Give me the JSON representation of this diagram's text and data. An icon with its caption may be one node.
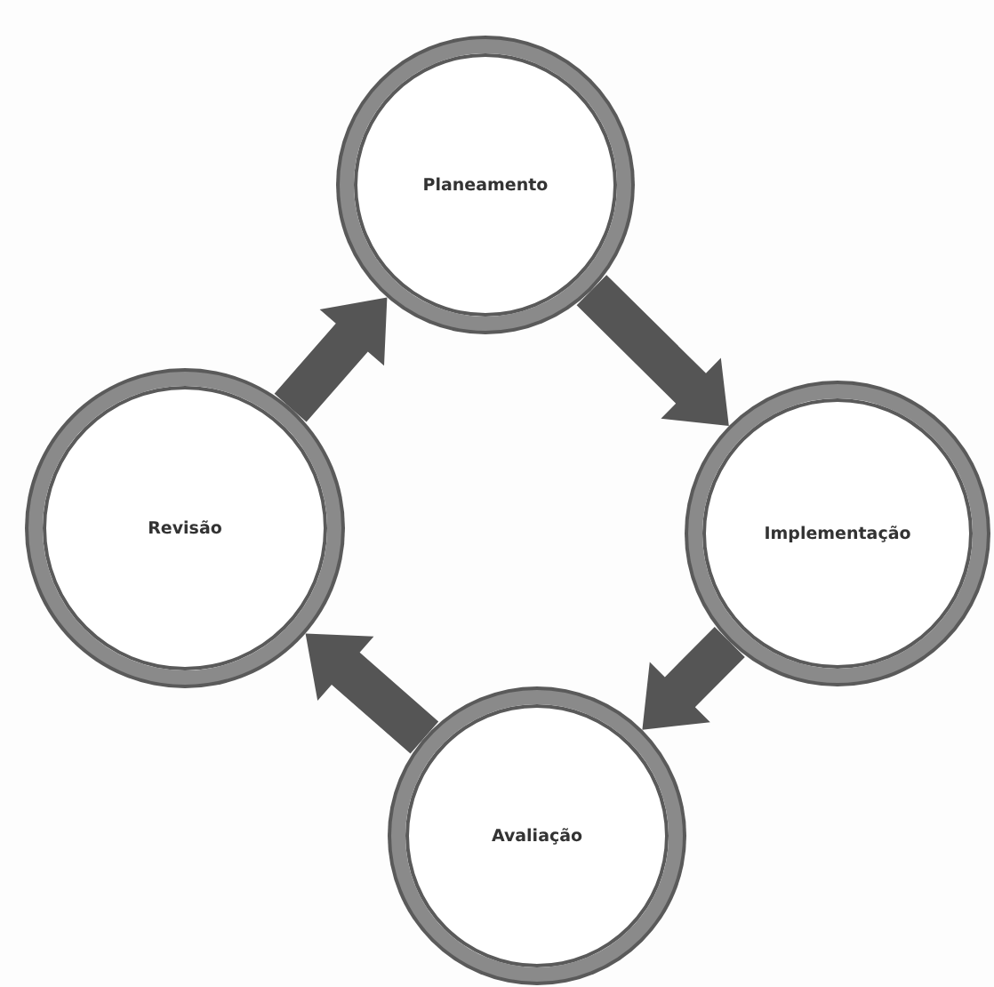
{
  "diagram": {
    "nodes": [
      {
        "text": [
          "Planeamento"
        ]
      },
      {
        "text": [
          "Implementação"
        ]
      },
      {
        "text": [
          "Avaliação"
        ]
      },
      {
        "text": [
          "Revisão"
        ]
      }
    ],
    "edges": [
      {
        "from": 0,
        "to": 1,
        "arrow": "to"
      },
      {
        "from": 1,
        "to": 2,
        "arrow": "to"
      },
      {
        "from": 2,
        "to": 3,
        "arrow": "to"
      },
      {
        "from": 3,
        "to": 0,
        "arrow": "to"
      }
    ]
  }
}
